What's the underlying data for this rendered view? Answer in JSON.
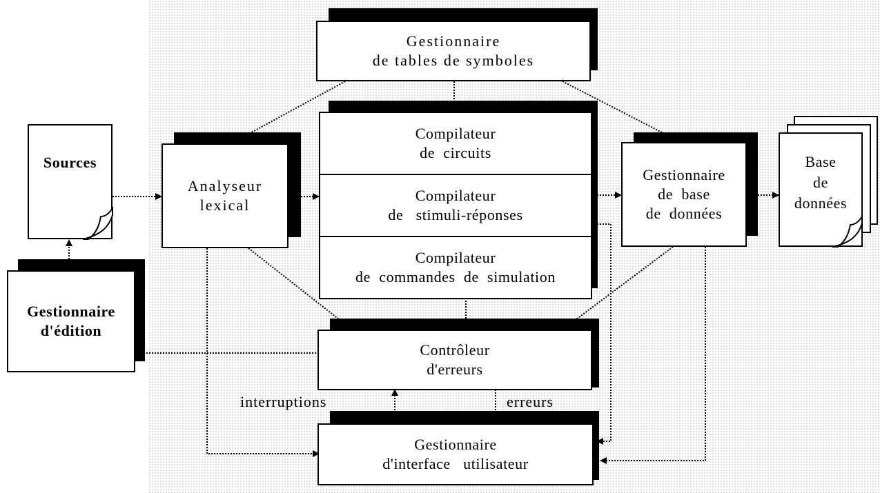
{
  "nodes": {
    "symbol_tables": [
      "Gestionnaire",
      "de tables de symboles"
    ],
    "sources": [
      "Sources"
    ],
    "edit_manager": [
      "Gestionnaire",
      "d'édition"
    ],
    "lexical_analyzer": [
      "Analyseur",
      "lexical"
    ],
    "circuit_compiler": [
      "Compilateur",
      "de  circuits"
    ],
    "stimuli_compiler": [
      "Compilateur",
      "de   stimuli-réponses"
    ],
    "sim_commands_compiler": [
      "Compilateur",
      "de  commandes  de  simulation"
    ],
    "db_manager": [
      "Gestionnaire",
      "de  base",
      "de  données"
    ],
    "database": [
      "Base",
      "de",
      "données"
    ],
    "error_controller": [
      "Contrôleur",
      "d'erreurs"
    ],
    "ui_manager": [
      "Gestionnaire",
      "d'interface   utilisateur"
    ]
  },
  "edge_labels": {
    "interruptions": "interruptions",
    "errors": "erreurs"
  }
}
